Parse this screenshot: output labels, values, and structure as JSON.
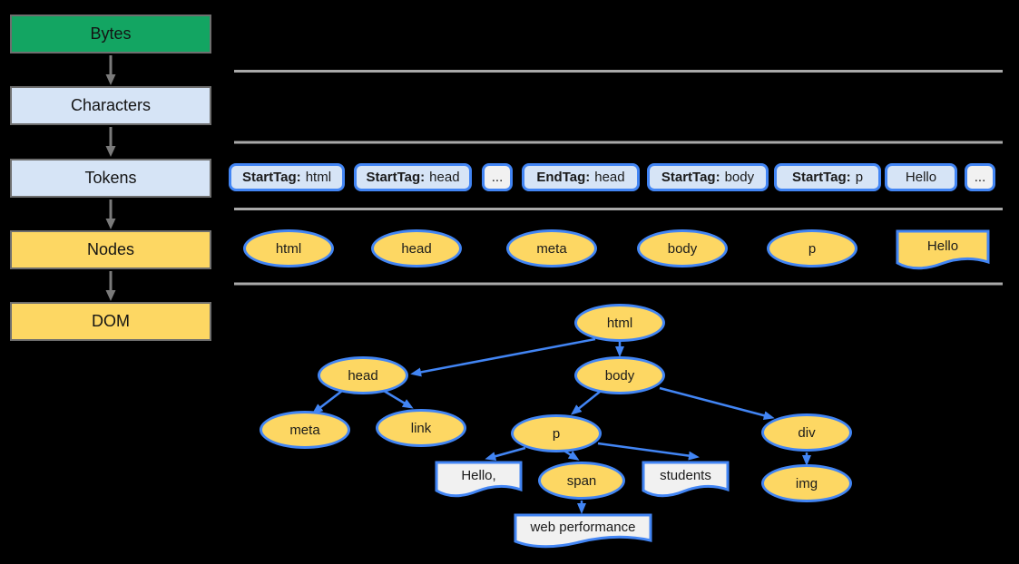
{
  "colors": {
    "background": "#000000",
    "stage_border": "#6E6E6E",
    "stage_green": "#13A562",
    "stage_light_blue": "#D6E4F6",
    "stage_yellow": "#FDD763",
    "node_blue_border": "#4285F4",
    "document_fill": "#F1F1F1",
    "gray_arrow": "#7A7A7A",
    "separator_line": "#A9A9A9",
    "text": "#1B1B1B"
  },
  "pipeline": {
    "stages": [
      {
        "label": "Bytes"
      },
      {
        "label": "Characters"
      },
      {
        "label": "Tokens"
      },
      {
        "label": "Nodes"
      },
      {
        "label": "DOM"
      }
    ]
  },
  "tokens": {
    "items": [
      {
        "bold": "StartTag:",
        "text": "html"
      },
      {
        "bold": "StartTag:",
        "text": "head"
      },
      {
        "bold": "",
        "text": "..."
      },
      {
        "bold": "EndTag:",
        "text": "head"
      },
      {
        "bold": "StartTag:",
        "text": "body"
      },
      {
        "bold": "StartTag:",
        "text": "p"
      },
      {
        "bold": "",
        "text": "Hello"
      },
      {
        "bold": "",
        "text": "..."
      }
    ]
  },
  "nodes_row": {
    "items": [
      {
        "label": "html",
        "shape": "ellipse"
      },
      {
        "label": "head",
        "shape": "ellipse"
      },
      {
        "label": "meta",
        "shape": "ellipse"
      },
      {
        "label": "body",
        "shape": "ellipse"
      },
      {
        "label": "p",
        "shape": "ellipse"
      },
      {
        "label": "Hello",
        "shape": "document"
      }
    ]
  },
  "dom_tree": {
    "nodes": [
      {
        "label": "html",
        "shape": "ellipse"
      },
      {
        "label": "head",
        "shape": "ellipse"
      },
      {
        "label": "body",
        "shape": "ellipse"
      },
      {
        "label": "meta",
        "shape": "ellipse"
      },
      {
        "label": "link",
        "shape": "ellipse"
      },
      {
        "label": "p",
        "shape": "ellipse"
      },
      {
        "label": "div",
        "shape": "ellipse"
      },
      {
        "label": "span",
        "shape": "ellipse"
      },
      {
        "label": "img",
        "shape": "ellipse"
      },
      {
        "label": "Hello,",
        "shape": "document"
      },
      {
        "label": "students",
        "shape": "document"
      },
      {
        "label": "web performance",
        "shape": "document"
      }
    ],
    "edges": [
      [
        "html",
        "head"
      ],
      [
        "html",
        "body"
      ],
      [
        "head",
        "meta"
      ],
      [
        "head",
        "link"
      ],
      [
        "body",
        "p"
      ],
      [
        "body",
        "div"
      ],
      [
        "p",
        "Hello,"
      ],
      [
        "p",
        "span"
      ],
      [
        "p",
        "students"
      ],
      [
        "span",
        "web performance"
      ],
      [
        "div",
        "img"
      ]
    ]
  }
}
